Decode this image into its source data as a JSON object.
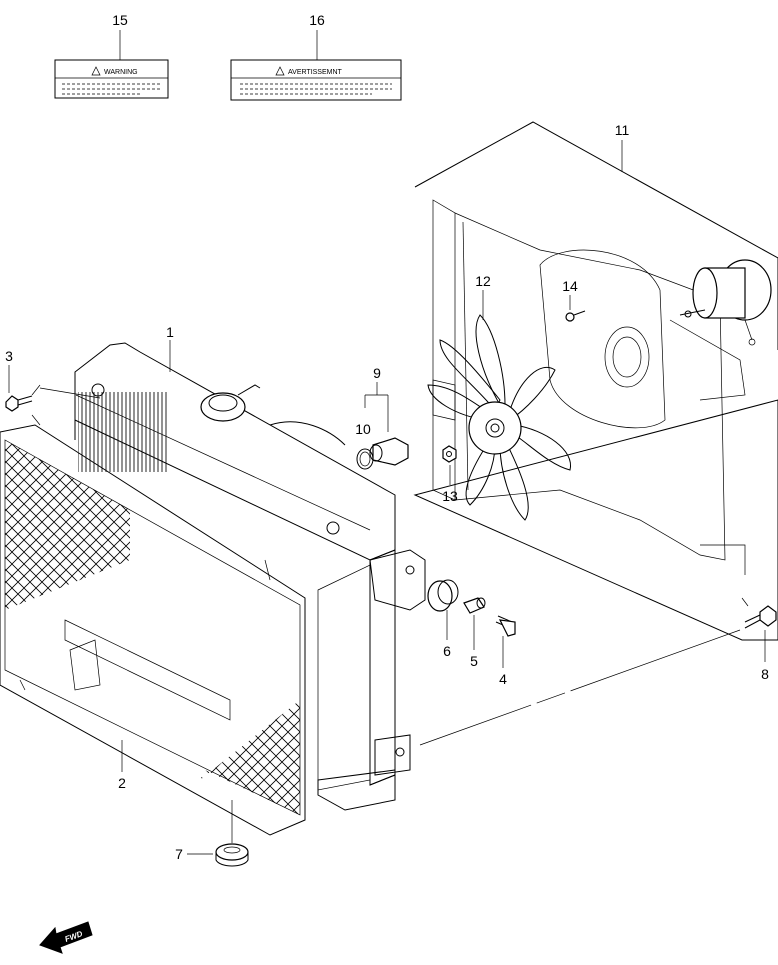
{
  "labels": {
    "warning": "WARNING",
    "avertissement": "AVERTISSEMNT"
  },
  "fwd": "FWD",
  "callouts": {
    "c1": "1",
    "c2": "2",
    "c3": "3",
    "c4": "4",
    "c5": "5",
    "c6": "6",
    "c7": "7",
    "c8": "8",
    "c9": "9",
    "c10": "10",
    "c11": "11",
    "c12": "12",
    "c13": "13",
    "c14": "14",
    "c15": "15",
    "c16": "16"
  },
  "parts": [
    {
      "number": "1",
      "name": "radiator"
    },
    {
      "number": "2",
      "name": "shroud-screen"
    },
    {
      "number": "3",
      "name": "bolt"
    },
    {
      "number": "4",
      "name": "bolt"
    },
    {
      "number": "5",
      "name": "collar"
    },
    {
      "number": "6",
      "name": "cushion"
    },
    {
      "number": "7",
      "name": "cushion"
    },
    {
      "number": "8",
      "name": "bolt"
    },
    {
      "number": "9",
      "name": "drain-plug"
    },
    {
      "number": "10",
      "name": "o-ring"
    },
    {
      "number": "11",
      "name": "fan-shroud"
    },
    {
      "number": "12",
      "name": "fan"
    },
    {
      "number": "13",
      "name": "nut"
    },
    {
      "number": "14",
      "name": "screw"
    },
    {
      "number": "15",
      "name": "warning-label"
    },
    {
      "number": "16",
      "name": "avertissement-label"
    }
  ]
}
